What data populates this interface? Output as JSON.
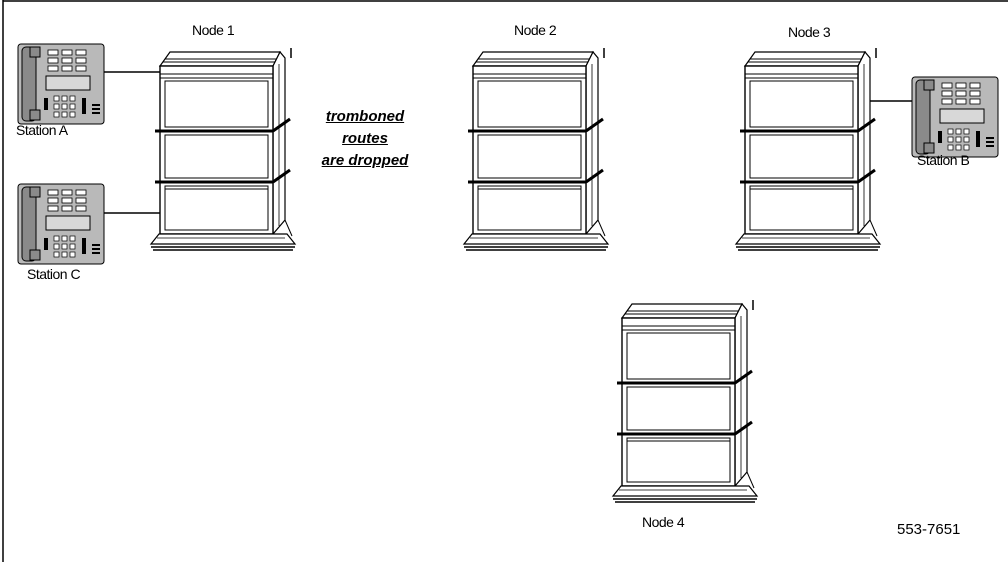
{
  "nodes": {
    "node1": "Node 1",
    "node2": "Node 2",
    "node3": "Node 3",
    "node4": "Node 4"
  },
  "stations": {
    "a": "Station A",
    "b": "Station B",
    "c": "Station C"
  },
  "note": {
    "line1": "tromboned",
    "line2": "routes",
    "line3": "are dropped"
  },
  "figure_id": "553-7651"
}
